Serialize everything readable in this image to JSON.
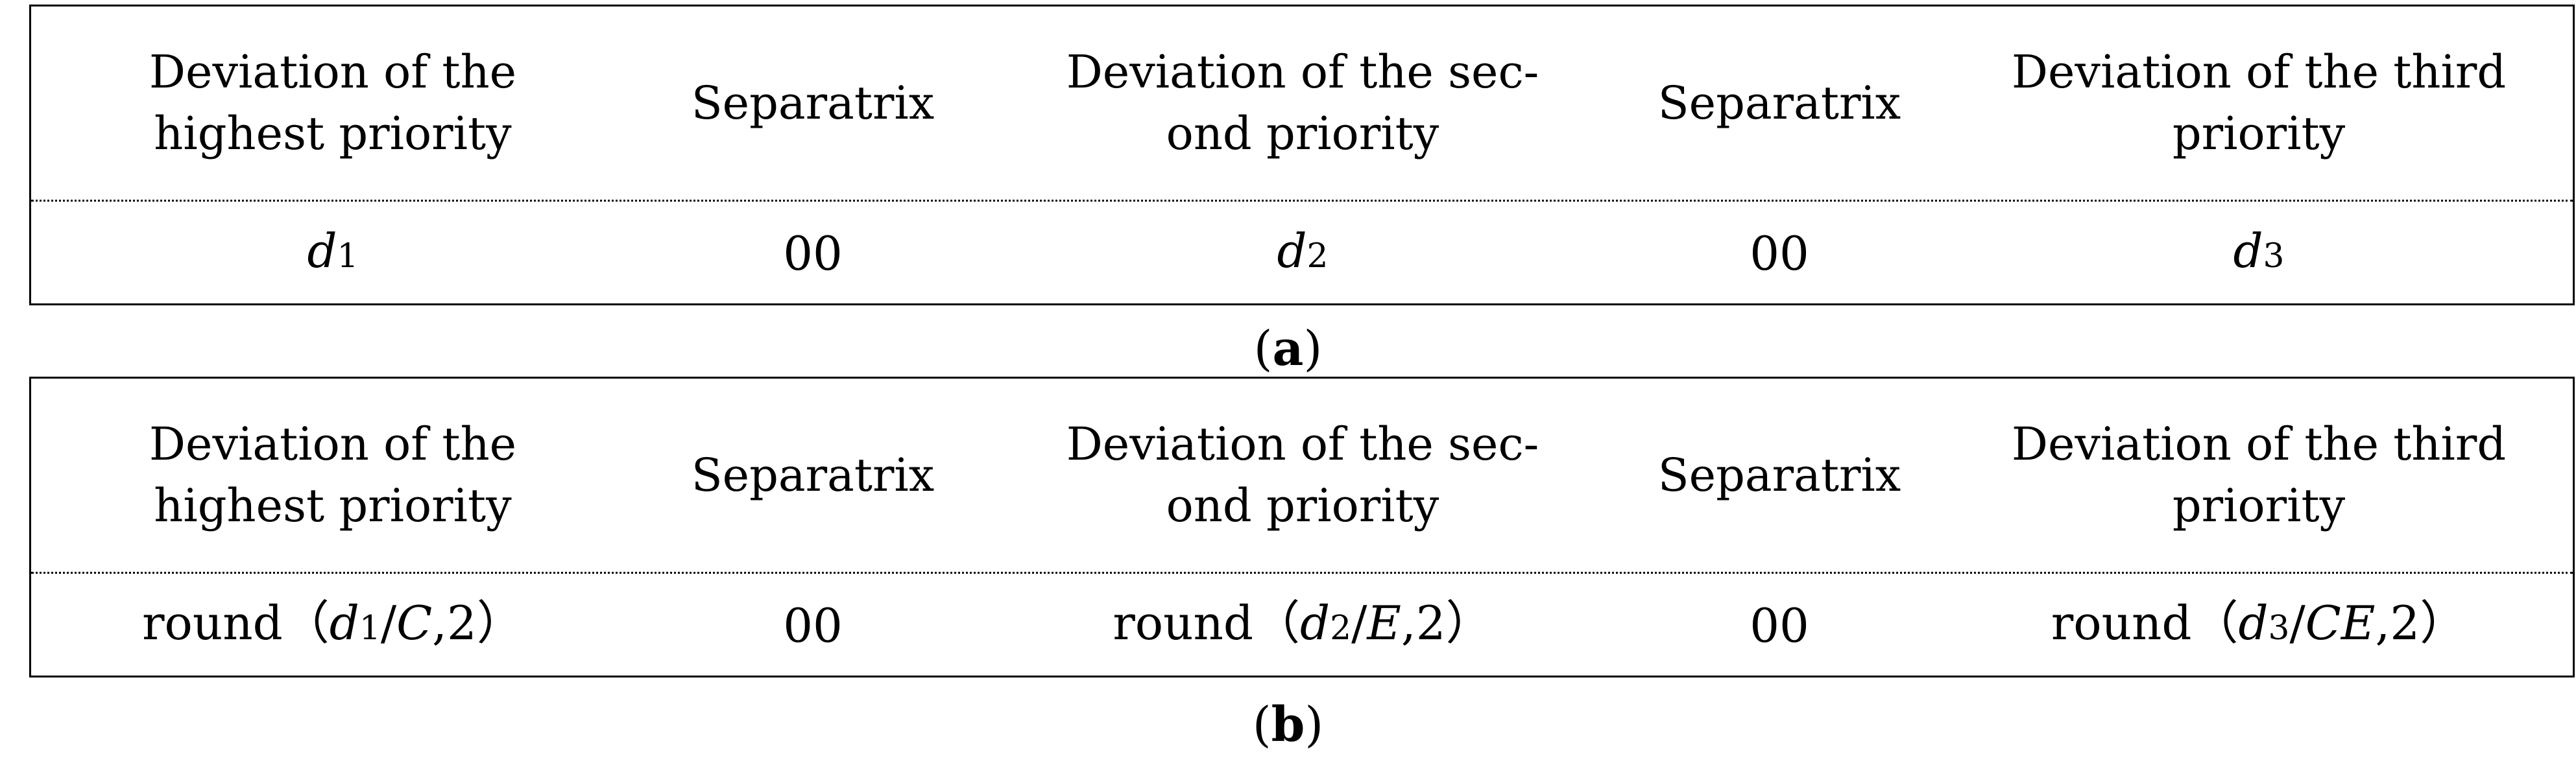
{
  "tables": [
    {
      "headers": [
        [
          "Deviation of the",
          "highest priority"
        ],
        [
          "Separatrix"
        ],
        [
          "Deviation of the sec-",
          "ond priority"
        ],
        [
          "Separatrix"
        ],
        [
          "Deviation of the third",
          "priority"
        ]
      ],
      "values": {
        "c1": {
          "var": "d",
          "sub": "1"
        },
        "c2": "00",
        "c3": {
          "var": "d",
          "sub": "2"
        },
        "c4": "00",
        "c5": {
          "var": "d",
          "sub": "3"
        }
      },
      "caption": {
        "open": "(",
        "letter": "a",
        "close": ")"
      }
    },
    {
      "headers": [
        [
          "Deviation of the",
          "highest priority"
        ],
        [
          "Separatrix"
        ],
        [
          "Deviation of the sec-",
          "ond priority"
        ],
        [
          "Separatrix"
        ],
        [
          "Deviation of the third",
          "priority"
        ]
      ],
      "values": {
        "c1": {
          "func": "round",
          "lparen": "（",
          "var": "d",
          "sub": "1",
          "slash": "/",
          "div": "C",
          "comma": ",2",
          "rparen": "）"
        },
        "c2": "00",
        "c3": {
          "func": "round",
          "lparen": "（",
          "var": "d",
          "sub": "2",
          "slash": "/",
          "div": "E",
          "comma": ",2",
          "rparen": "）"
        },
        "c4": "00",
        "c5": {
          "func": "round",
          "lparen": "（",
          "var": "d",
          "sub": "3",
          "slash": "/",
          "div": "CE",
          "comma": ",2",
          "rparen": "）"
        }
      },
      "caption": {
        "open": "(",
        "letter": "b",
        "close": ")"
      }
    }
  ]
}
